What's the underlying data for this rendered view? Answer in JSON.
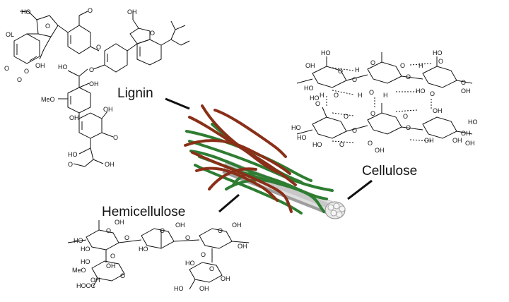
{
  "labels": {
    "lignin": "Lignin",
    "cellulose": "Cellulose",
    "hemicellulose": "Hemicellulose"
  },
  "lignin_structure": {
    "atoms": [
      "HO",
      "OL",
      "O",
      "O",
      "O",
      "O",
      "OH",
      "O",
      "HO",
      "OH",
      "O",
      "OH",
      "MeO",
      "O",
      "OH",
      "OH",
      "O",
      "HO",
      "O",
      "OH",
      "O"
    ]
  },
  "cellulose_structure": {
    "atoms": [
      "HO",
      "OH",
      "O",
      "H",
      "O",
      "O",
      "H",
      "O",
      "HO",
      "HO",
      "O",
      "O",
      "O",
      "OH",
      "HO",
      "O",
      "H",
      "H",
      "O",
      "H",
      "O",
      "HO",
      "O",
      "O",
      "O",
      "O",
      "OH",
      "HO",
      "HO",
      "OH",
      "O",
      "O",
      "OH",
      "OH",
      "HO",
      "O",
      "O",
      "OH",
      "HO",
      "OH"
    ]
  },
  "hemicellulose_structure": {
    "atoms": [
      "HO",
      "O",
      "OH",
      "O",
      "O",
      "O",
      "O",
      "HO",
      "HO",
      "OH",
      "O",
      "O",
      "OH",
      "HO",
      "MeO",
      "OH",
      "O",
      "OH",
      "HOOC",
      "OH",
      "O",
      "HO",
      "OH",
      "HO",
      "OH"
    ]
  },
  "colors": {
    "lignin_fiber": "#8a2f18",
    "hemicellulose_fiber": "#2e7d32",
    "cellulose_fiber": "#b0b0b0",
    "ink": "#111111"
  }
}
